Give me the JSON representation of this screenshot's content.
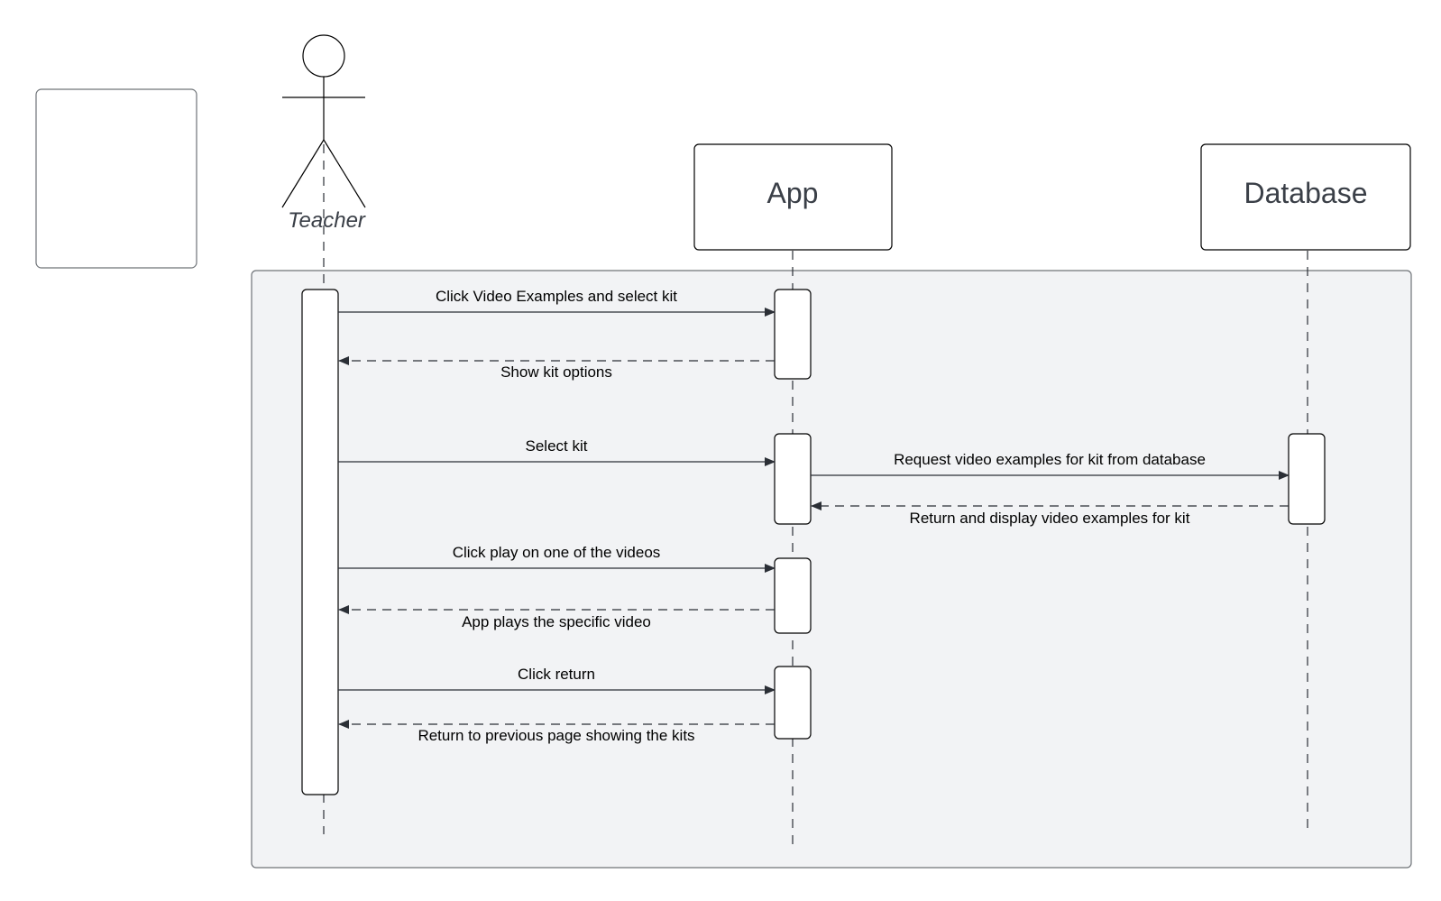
{
  "frame": {
    "title": "Selecting Video\nExamples and\nplaying a video"
  },
  "participants": [
    {
      "id": "teacher",
      "label": "Teacher",
      "kind": "actor"
    },
    {
      "id": "app",
      "label": "App",
      "kind": "box"
    },
    {
      "id": "database",
      "label": "Database",
      "kind": "box"
    }
  ],
  "messages": [
    {
      "from": "teacher",
      "to": "app",
      "label": "Click Video Examples and select kit",
      "style": "solid"
    },
    {
      "from": "app",
      "to": "teacher",
      "label": "Show kit options",
      "style": "dashed"
    },
    {
      "from": "teacher",
      "to": "app",
      "label": "Select kit",
      "style": "solid"
    },
    {
      "from": "app",
      "to": "database",
      "label": "Request video examples for kit from database",
      "style": "solid"
    },
    {
      "from": "database",
      "to": "app",
      "label": "Return and display video examples for kit",
      "style": "dashed"
    },
    {
      "from": "teacher",
      "to": "app",
      "label": "Click play on one of the videos",
      "style": "solid"
    },
    {
      "from": "app",
      "to": "teacher",
      "label": "App plays the specific video",
      "style": "dashed"
    },
    {
      "from": "teacher",
      "to": "app",
      "label": "Click return",
      "style": "solid"
    },
    {
      "from": "app",
      "to": "teacher",
      "label": "Return to previous page showing the kits",
      "style": "dashed"
    }
  ],
  "colors": {
    "stroke": "#000000",
    "frame_fill": "#f2f3f5",
    "frame_stroke": "#6f7378",
    "box_text": "#3a3f47",
    "actor_text": "#3a3f47",
    "arrow": "#2b2f36"
  }
}
